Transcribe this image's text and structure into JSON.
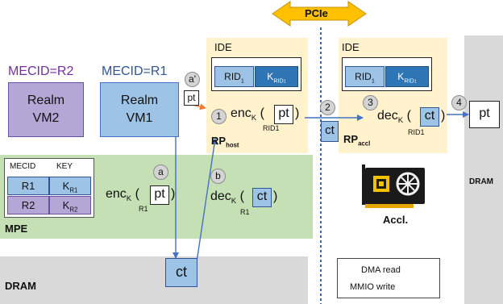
{
  "mecid_r2_label": "MECID=R2",
  "mecid_r1_label": "MECID=R1",
  "realm_vm2": {
    "line1": "Realm",
    "line2": "VM2"
  },
  "realm_vm1": {
    "line1": "Realm",
    "line2": "VM1"
  },
  "pcie_label": "PCIe",
  "ide_host_label": "IDE",
  "ide_accl_label": "IDE",
  "rid": "RID",
  "rid_sub": "1",
  "key_k": "K",
  "key_sub": "RID",
  "rp_host": {
    "main": "RP",
    "sub": "host"
  },
  "rp_accl": {
    "main": "RP",
    "sub": "accl"
  },
  "enc": {
    "fn": "enc",
    "sub": "K",
    "arg_sub": "RID1"
  },
  "dec": {
    "fn": "dec",
    "sub": "K",
    "arg_sub": "RID1"
  },
  "pt": "pt",
  "ct": "ct",
  "steps": {
    "a_prime": "a'",
    "a": "a",
    "b": "b",
    "s1": "1",
    "s2": "2",
    "s3": "3",
    "s4": "4"
  },
  "mpe": {
    "label": "MPE",
    "headers": [
      "MECID",
      "KEY"
    ],
    "rows": [
      {
        "mecid": "R1",
        "key": "K",
        "key_sub": "R1"
      },
      {
        "mecid": "R2",
        "key": "K",
        "key_sub": "R2"
      }
    ],
    "enc_fn": "enc",
    "enc_sub": "K",
    "enc_arg_sub": "R1",
    "dec_fn": "dec",
    "dec_sub": "K",
    "dec_arg_sub": "R1"
  },
  "dram_left": "DRAM",
  "dram_right": "DRAM",
  "accl_label": "Accl.",
  "legend": {
    "dma_read": "DMA read",
    "mmio_write": "MMIO write"
  },
  "colors": {
    "blue": "#4472c4",
    "orange": "#ed7d31",
    "realm_blue": "#9dc3e6",
    "realm_purple": "#b4a7d6",
    "mpe_green": "#c5e0b4",
    "ide_yellow": "#fff2cc",
    "dram_gray": "#d9d9d9",
    "key_blue": "#2e75b6",
    "vm2_text": "#7030a0"
  }
}
